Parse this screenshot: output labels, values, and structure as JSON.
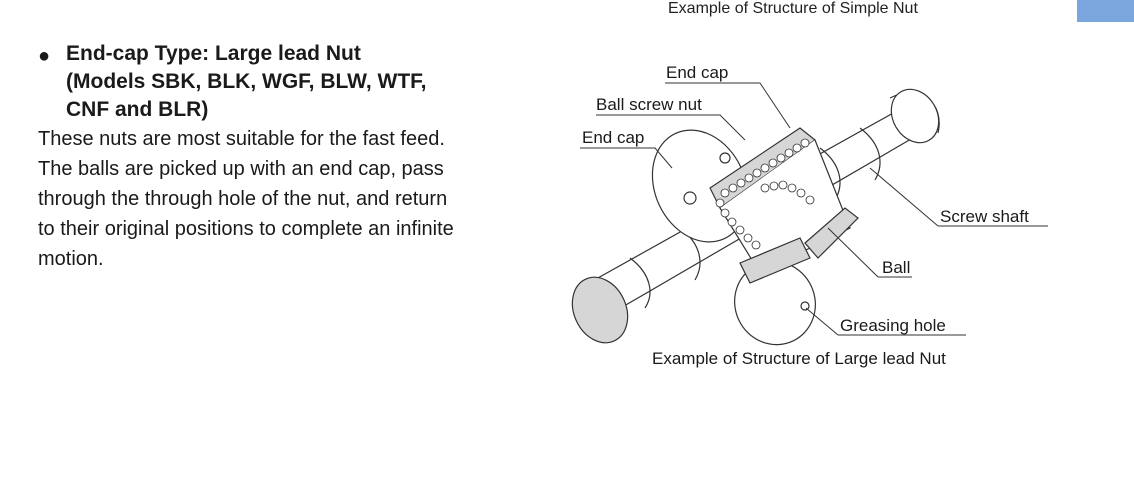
{
  "top_caption": "Example of Structure of Simple Nut",
  "heading": {
    "bullet": "●",
    "lines": [
      "End-cap Type: Large lead Nut",
      "(Models SBK, BLK, WGF, BLW, WTF,",
      "CNF and BLR)"
    ]
  },
  "body": {
    "lines": [
      "These nuts are most suitable for the fast feed.",
      "The balls are picked up with an end cap, pass",
      "through the through hole of the nut, and return",
      "to their original positions to complete an infinite",
      "motion."
    ]
  },
  "diagram": {
    "labels": {
      "end_cap_top": "End cap",
      "ball_screw_nut": "Ball screw nut",
      "end_cap_left": "End cap",
      "screw_shaft": "Screw shaft",
      "ball": "Ball",
      "greasing_hole": "Greasing hole"
    }
  },
  "bottom_caption": "Example of Structure of Large lead Nut",
  "colors": {
    "tab": "#7aa6dd",
    "part_fill": "#d6d6d6",
    "line": "#333333"
  }
}
